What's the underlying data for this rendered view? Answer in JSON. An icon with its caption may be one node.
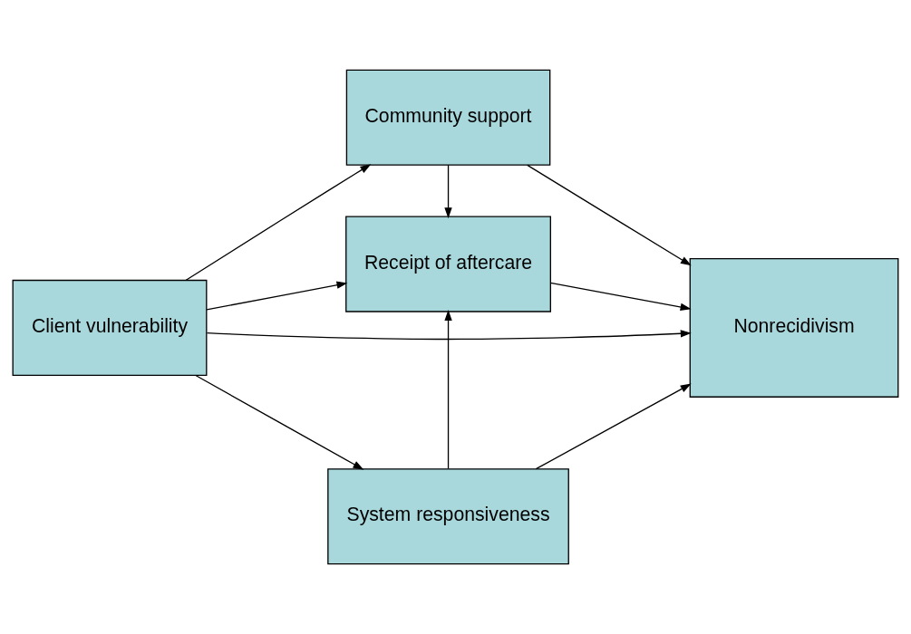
{
  "diagram": {
    "nodes": [
      {
        "text": [
          "Client vulnerability"
        ]
      },
      {
        "text": [
          "Community support"
        ]
      },
      {
        "text": [
          "Receipt of aftercare"
        ]
      },
      {
        "text": [
          "Nonrecidivism"
        ]
      },
      {
        "text": [
          "System responsiveness"
        ]
      }
    ],
    "edges": [
      {
        "from": 0,
        "to": 1,
        "arrow": "to"
      },
      {
        "from": 0,
        "to": 2,
        "arrow": "to"
      },
      {
        "from": 0,
        "to": 4,
        "arrow": "to"
      },
      {
        "from": 0,
        "to": 3,
        "arrow": "to"
      },
      {
        "from": 1,
        "to": 2,
        "arrow": "to"
      },
      {
        "from": 1,
        "to": 3,
        "arrow": "to"
      },
      {
        "from": 2,
        "to": 3,
        "arrow": "to"
      },
      {
        "from": 4,
        "to": 2,
        "arrow": "to"
      },
      {
        "from": 4,
        "to": 3,
        "arrow": "to"
      }
    ]
  }
}
